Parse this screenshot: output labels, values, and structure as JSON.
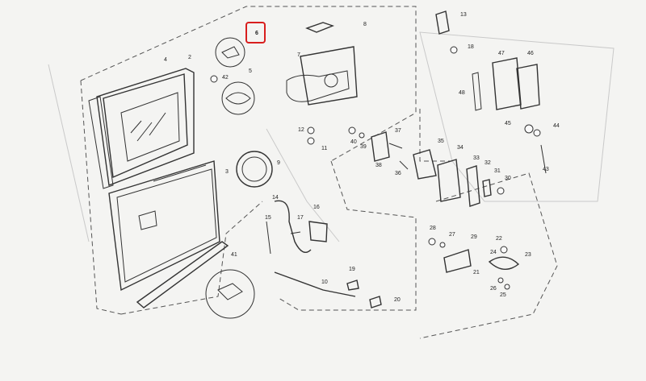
{
  "diagram": {
    "highlight_color": "#d81e1e",
    "highlighted_callout": "6",
    "callouts": [
      "2",
      "3",
      "4",
      "5",
      "6",
      "7",
      "8",
      "9",
      "10",
      "11",
      "12",
      "13",
      "14",
      "15",
      "16",
      "17",
      "18",
      "19",
      "20",
      "21",
      "22",
      "23",
      "24",
      "25",
      "26",
      "27",
      "28",
      "29",
      "30",
      "31",
      "32",
      "33",
      "34",
      "35",
      "36",
      "37",
      "38",
      "39",
      "40",
      "41",
      "42",
      "43",
      "44",
      "45",
      "46",
      "47",
      "48"
    ]
  }
}
